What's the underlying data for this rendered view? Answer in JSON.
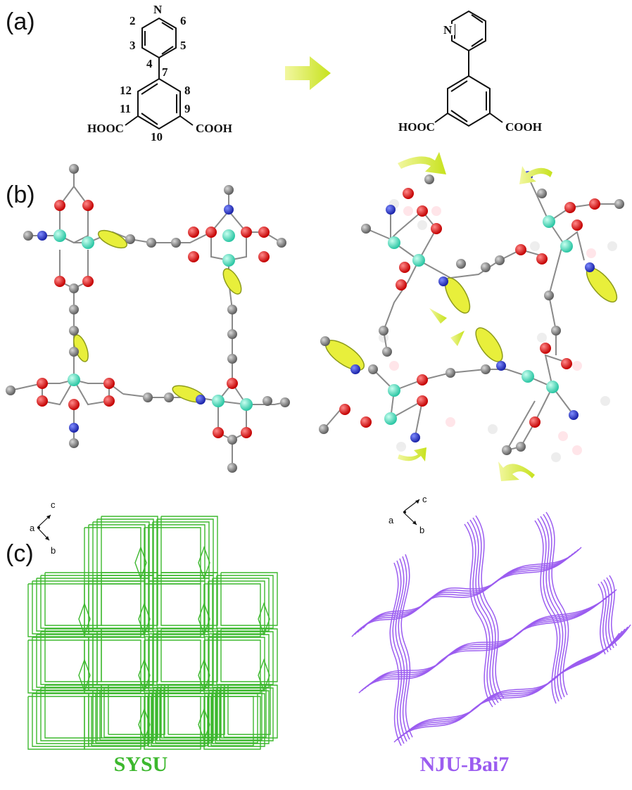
{
  "panels": {
    "a": "(a)",
    "b": "(b)",
    "c": "(c)"
  },
  "left_molecule": {
    "atoms": {
      "N": "N",
      "n2": "2",
      "n6": "6",
      "n3": "3",
      "n5": "5",
      "n4": "4",
      "n7": "7",
      "n12": "12",
      "n8": "8",
      "n11": "11",
      "n9": "9",
      "n10": "10"
    },
    "left_group": "HOOC",
    "right_group": "COOH"
  },
  "right_molecule": {
    "N": "N",
    "left_group": "HOOC",
    "right_group": "COOH"
  },
  "axes_left": {
    "a": "a",
    "b": "b",
    "c": "c"
  },
  "axes_right": {
    "a": "a",
    "b": "b",
    "c": "c"
  },
  "networks": {
    "left": {
      "name": "SYSU",
      "color": "#3db82e"
    },
    "right": {
      "name": "NJU-Bai7",
      "color": "#9b5cf0"
    }
  },
  "colors": {
    "arrow": "#d8ec3a",
    "carbon": "#7d7d7d",
    "oxygen": "#dd1111",
    "nitrogen": "#2233cc",
    "metal": "#55e0c0",
    "ring": "#e6f03a"
  },
  "icons": {
    "transform_arrow": "arrow-right-icon",
    "rotation_arrows": "curved-arrow-icon"
  }
}
